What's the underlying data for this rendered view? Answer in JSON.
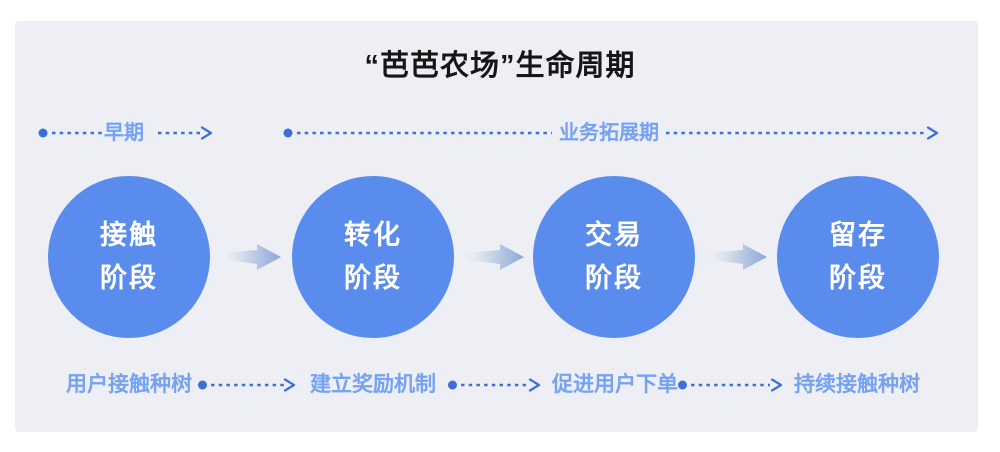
{
  "title": "“芭芭农场”生命周期",
  "colors": {
    "panel_bg": "#EDEFF4",
    "title_color": "#161616",
    "circle_blue": "#5A8CEE",
    "label_blue": "#76A2F2",
    "line_blue": "#3F6ED6",
    "arrow_head": "#8BA7D8"
  },
  "timeline": {
    "phases": [
      {
        "label": "早期"
      },
      {
        "label": "业务拓展期"
      }
    ]
  },
  "stages": [
    {
      "line1": "接触",
      "line2": "阶段"
    },
    {
      "line1": "转化",
      "line2": "阶段"
    },
    {
      "line1": "交易",
      "line2": "阶段"
    },
    {
      "line1": "留存",
      "line2": "阶段"
    }
  ],
  "actions": [
    "用户接触种树",
    "建立奖励机制",
    "促进用户下单",
    "持续接触种树"
  ]
}
